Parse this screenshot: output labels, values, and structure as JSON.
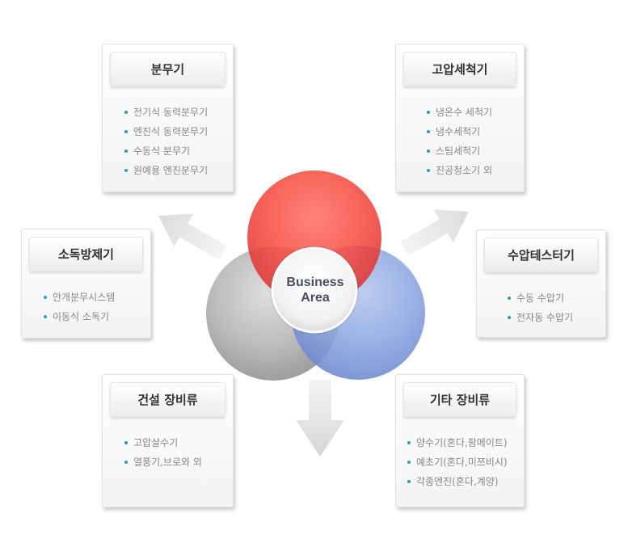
{
  "center": {
    "line1": "Business",
    "line2": "Area"
  },
  "cards": {
    "sprayer": {
      "title": "분무기",
      "items": [
        "전기식 동력분무기",
        "엔진식 동력분무기",
        "수동식 분무기",
        "원예용 엔진분무기"
      ]
    },
    "washer": {
      "title": "고압세척기",
      "items": [
        "냉온수 세척기",
        "냉수세척기",
        "스팀세척기",
        "진공청소기 외"
      ]
    },
    "disinfector": {
      "title": "소독방제기",
      "items": [
        "안개분무시스템",
        "이동식 소독기"
      ]
    },
    "tester": {
      "title": "수압테스터기",
      "items": [
        "수동 수압기",
        "전자동 수압기"
      ]
    },
    "construction": {
      "title": "건설 장비류",
      "items": [
        "고압살수기",
        "열풍기,브로와 외"
      ]
    },
    "etc": {
      "title": "기타 장비류",
      "items": [
        "양수기(혼다,팜메이트)",
        "예초기(혼다,미쯔비시)",
        "각종엔진(혼다,계양)"
      ]
    }
  },
  "colors": {
    "red": "#f23b36",
    "blue": "#6f8fd6",
    "gray": "#9c9c9c",
    "bullet": "#2a9fb2"
  },
  "icons": {
    "arrows": "arrow-icon"
  }
}
